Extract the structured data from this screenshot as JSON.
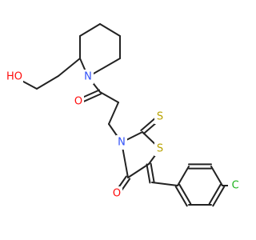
{
  "molecule": {
    "atoms": [
      {
        "id": "HO",
        "label": "HO",
        "color": "#ff0d0d"
      },
      {
        "id": "N1",
        "label": "N",
        "color": "#3050f8"
      },
      {
        "id": "O1",
        "label": "O",
        "color": "#ff0d0d"
      },
      {
        "id": "N2",
        "label": "N",
        "color": "#3050f8"
      },
      {
        "id": "S1",
        "label": "S",
        "color": "#b8a200"
      },
      {
        "id": "S2",
        "label": "S",
        "color": "#b8a200"
      },
      {
        "id": "O2",
        "label": "O",
        "color": "#ff0d0d"
      },
      {
        "id": "Cl",
        "label": "Cl",
        "color": "#1fb31f"
      }
    ],
    "bond_color": "#222222"
  }
}
